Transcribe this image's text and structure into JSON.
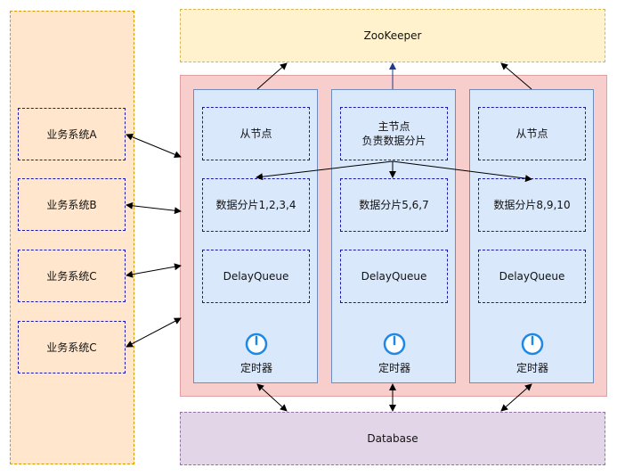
{
  "zookeeper": {
    "label": "ZooKeeper"
  },
  "database": {
    "label": "Database"
  },
  "business": [
    {
      "label": "业务系统A"
    },
    {
      "label": "业务系统B"
    },
    {
      "label": "业务系统C"
    },
    {
      "label": "业务系统C"
    }
  ],
  "nodes": [
    {
      "role_line1": "从节点",
      "role_line2": "",
      "shard": "数据分片1,2,3,4",
      "queue": "DelayQueue",
      "timer": "定时器"
    },
    {
      "role_line1": "主节点",
      "role_line2": "负责数据分片",
      "shard": "数据分片5,6,7",
      "queue": "DelayQueue",
      "timer": "定时器"
    },
    {
      "role_line1": "从节点",
      "role_line2": "",
      "shard": "数据分片8,9,10",
      "queue": "DelayQueue",
      "timer": "定时器"
    }
  ],
  "colors": {
    "border_blue": "#1a1aaa",
    "timer_blue": "#1e88e5",
    "arrow": "#000000"
  }
}
